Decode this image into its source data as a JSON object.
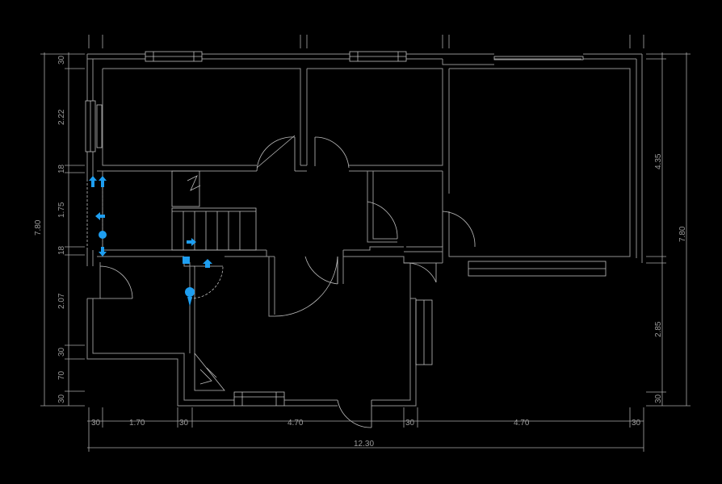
{
  "drawing": {
    "background": "#000000",
    "wall_color": "#8f8f8f",
    "dim_color": "#a9a9a9",
    "grip_color": "#1e9ef0"
  },
  "dims": {
    "bottom": [
      "30",
      "1.70",
      "30",
      "4.70",
      "30",
      "4.70",
      "30"
    ],
    "overall": "12.30",
    "left": [
      "30",
      "2.22",
      "18",
      "1.75",
      "18",
      "2.07",
      "30",
      "70",
      "30"
    ],
    "left_total": "7.80",
    "right": [
      "4.35",
      "2.85",
      "30"
    ],
    "right_total": "7.80"
  }
}
